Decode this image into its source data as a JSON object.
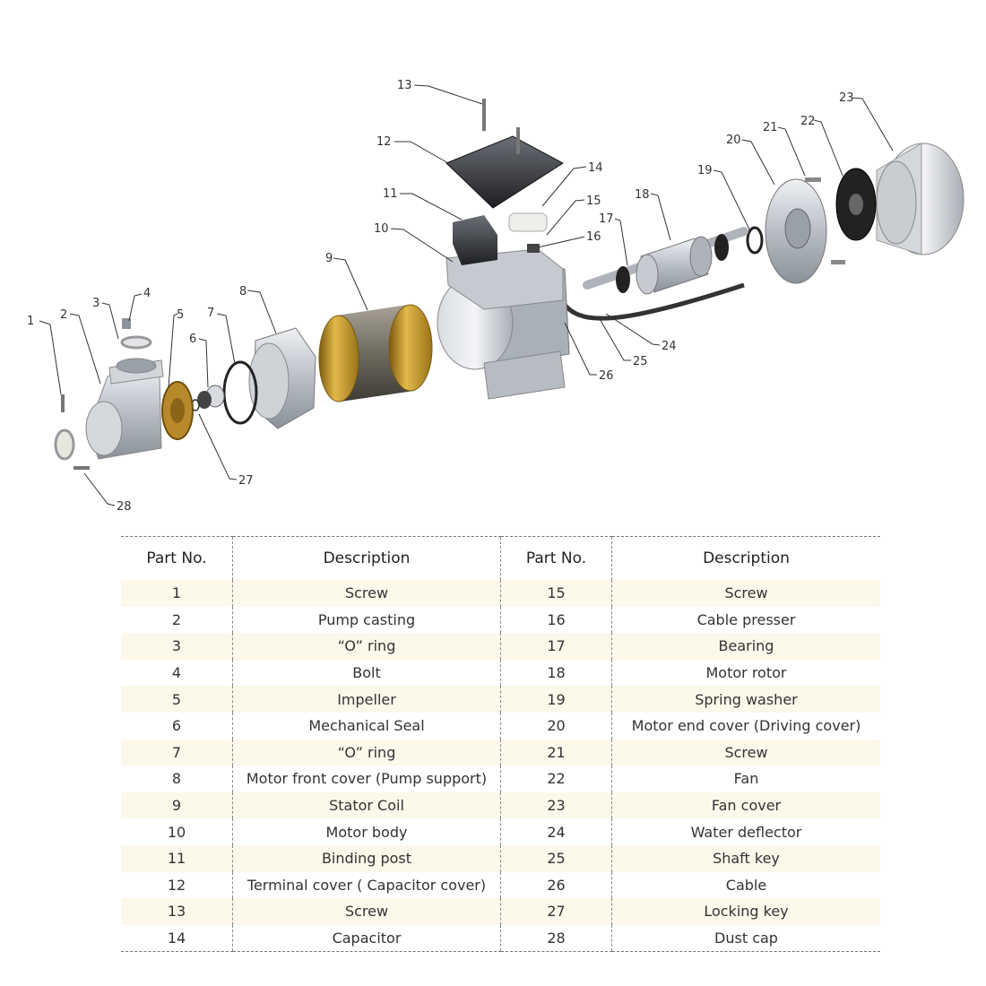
{
  "diagram": {
    "callouts": [
      "1",
      "2",
      "3",
      "4",
      "5",
      "6",
      "7",
      "8",
      "9",
      "10",
      "11",
      "12",
      "13",
      "14",
      "15",
      "16",
      "17",
      "18",
      "19",
      "20",
      "21",
      "22",
      "23",
      "24",
      "25",
      "26",
      "27",
      "28"
    ]
  },
  "table": {
    "headers": [
      "Part No.",
      "Description",
      "Part No.",
      "Description"
    ],
    "rows": [
      {
        "no1": "1",
        "desc1": "Screw",
        "no2": "15",
        "desc2": "Screw"
      },
      {
        "no1": "2",
        "desc1": "Pump casting",
        "no2": "16",
        "desc2": "Cable presser"
      },
      {
        "no1": "3",
        "desc1": "“O” ring",
        "no2": "17",
        "desc2": "Bearing"
      },
      {
        "no1": "4",
        "desc1": "Bolt",
        "no2": "18",
        "desc2": "Motor rotor"
      },
      {
        "no1": "5",
        "desc1": "Impeller",
        "no2": "19",
        "desc2": "Spring washer"
      },
      {
        "no1": "6",
        "desc1": "Mechanical Seal",
        "no2": "20",
        "desc2": "Motor end cover (Driving cover)"
      },
      {
        "no1": "7",
        "desc1": "“O” ring",
        "no2": "21",
        "desc2": "Screw"
      },
      {
        "no1": "8",
        "desc1": "Motor front cover (Pump support)",
        "no2": "22",
        "desc2": "Fan"
      },
      {
        "no1": "9",
        "desc1": "Stator Coil",
        "no2": "23",
        "desc2": "Fan cover"
      },
      {
        "no1": "10",
        "desc1": "Motor body",
        "no2": "24",
        "desc2": "Water deflector"
      },
      {
        "no1": "11",
        "desc1": "Binding post",
        "no2": "25",
        "desc2": "Shaft key"
      },
      {
        "no1": "12",
        "desc1": "Terminal cover ( Capacitor cover)",
        "no2": "26",
        "desc2": "Cable"
      },
      {
        "no1": "13",
        "desc1": "Screw",
        "no2": "27",
        "desc2": "Locking key"
      },
      {
        "no1": "14",
        "desc1": "Capacitor",
        "no2": "28",
        "desc2": "Dust cap"
      }
    ]
  }
}
